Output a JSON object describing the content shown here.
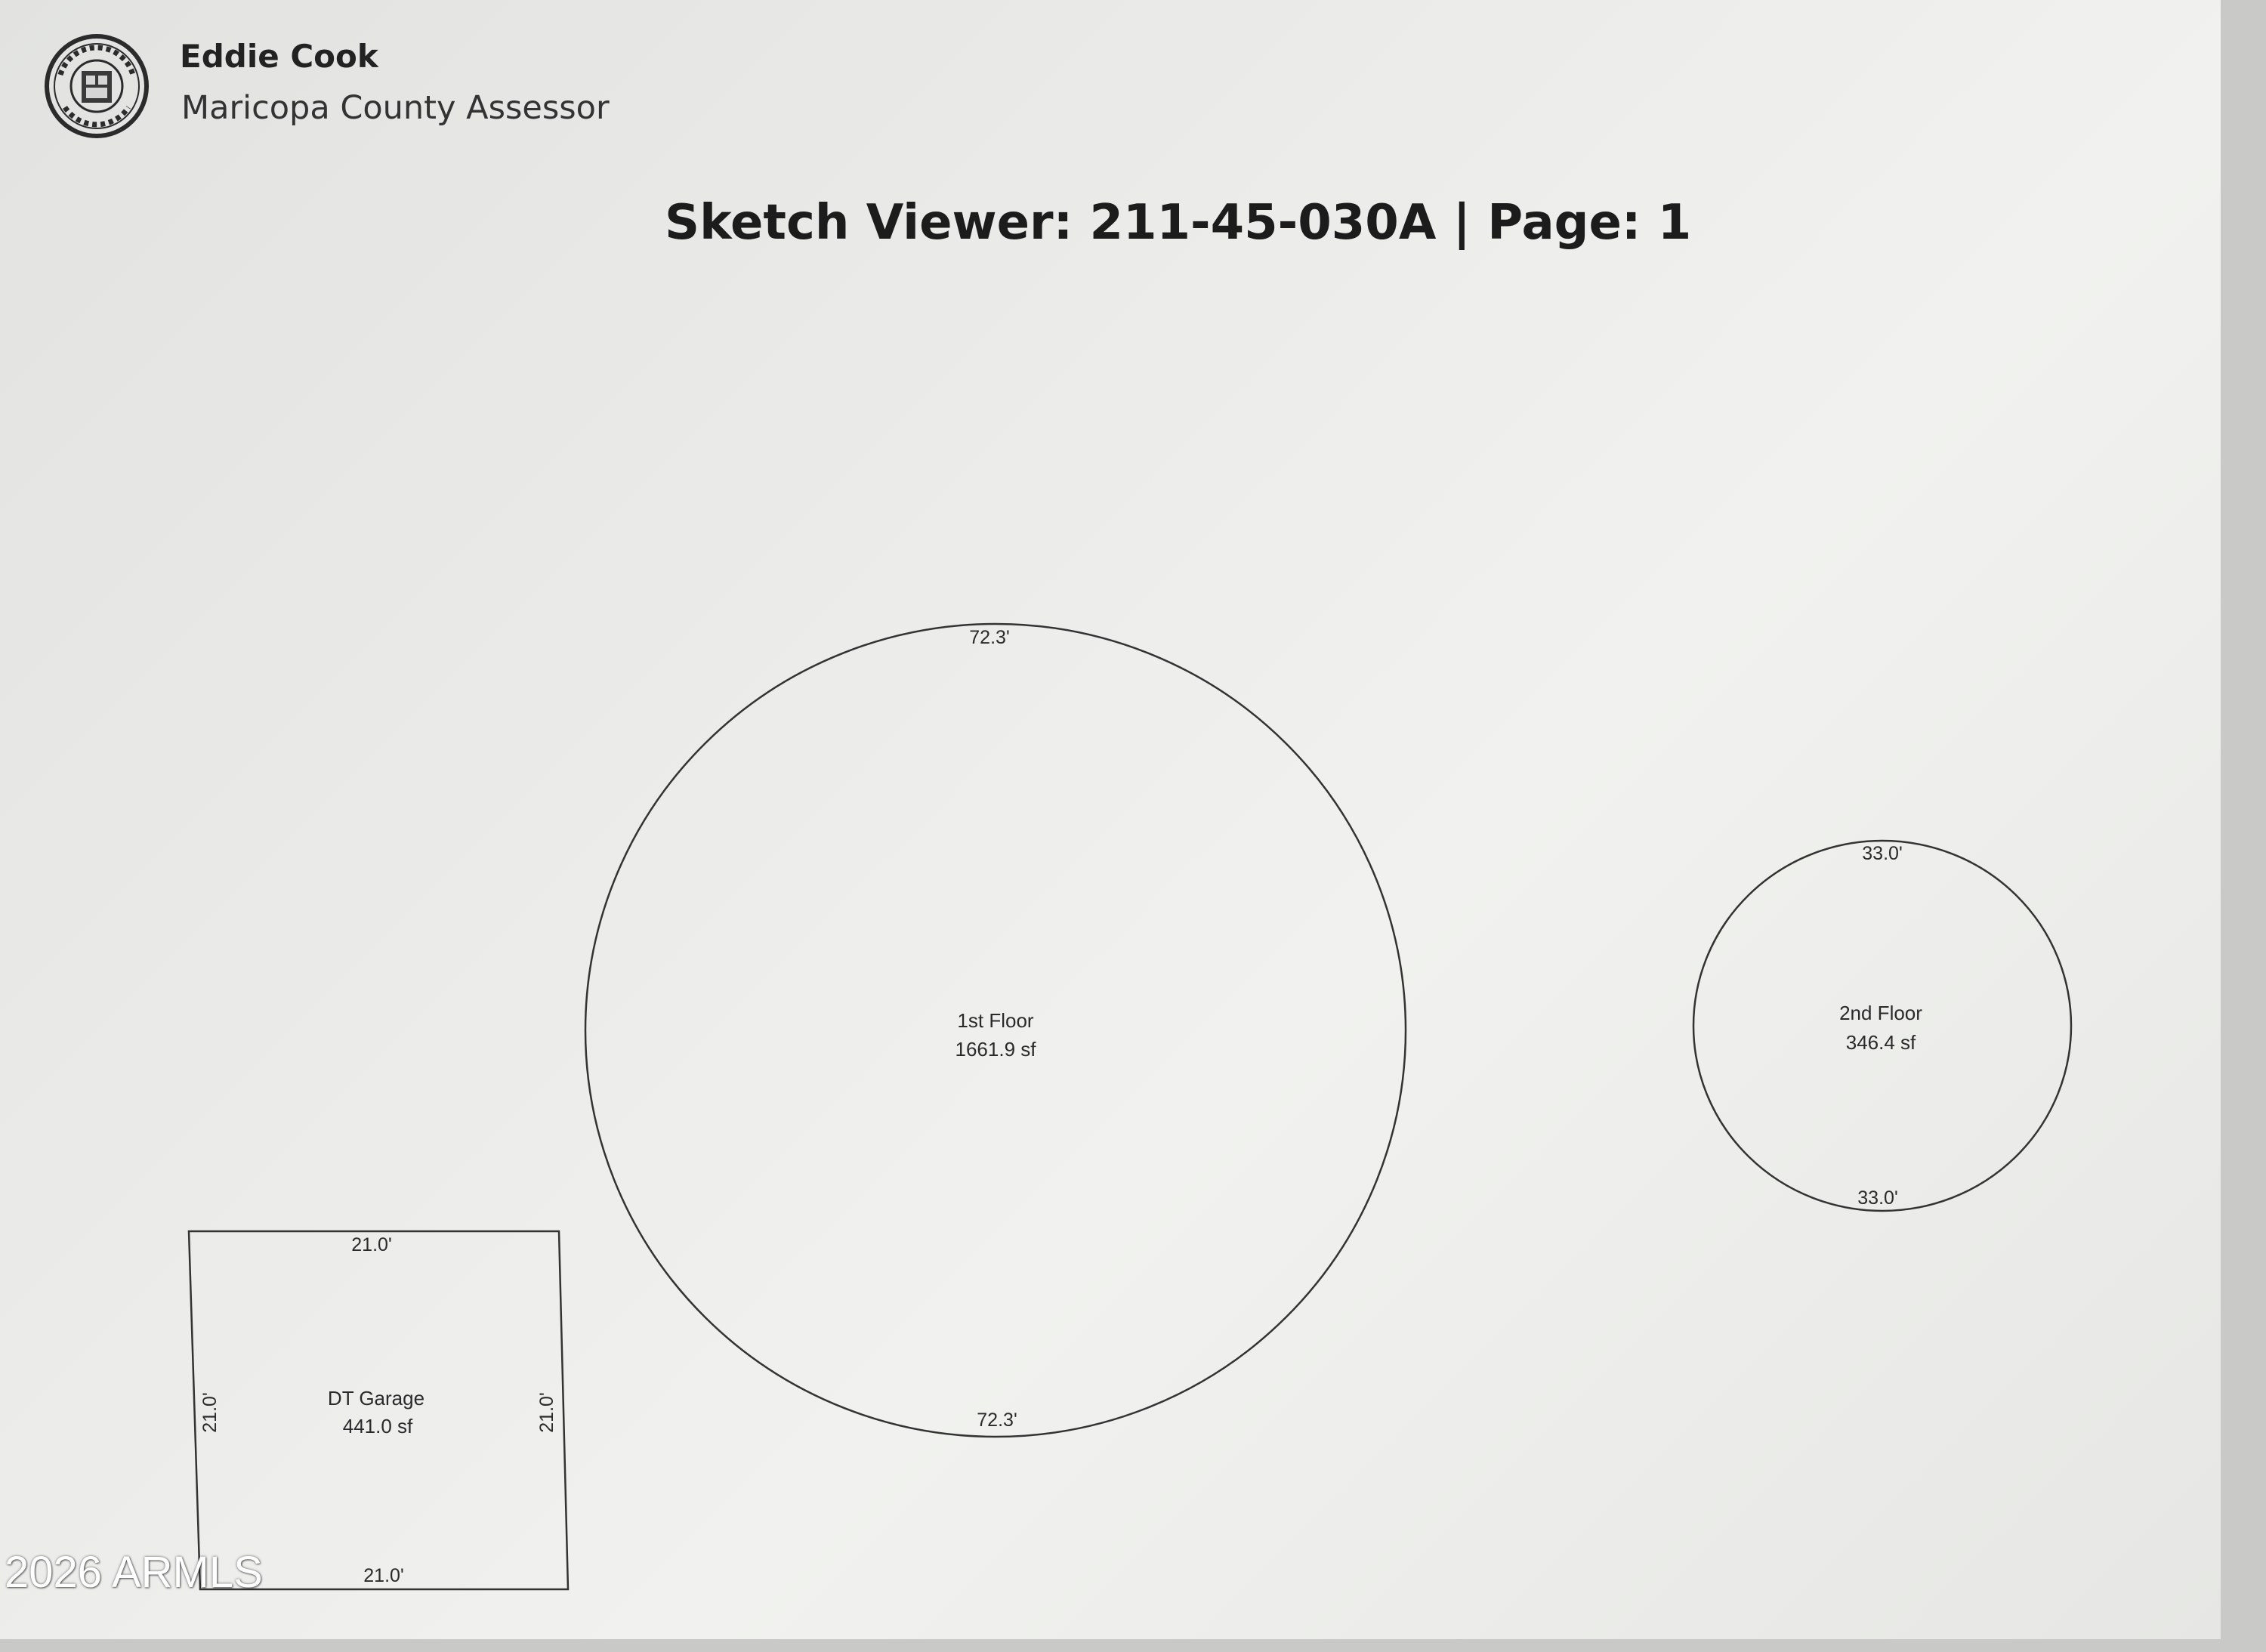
{
  "header": {
    "seal_text": "MARICOPA COUNTY",
    "name": "Eddie Cook",
    "title": "Maricopa County Assessor"
  },
  "viewer": {
    "title": "Sketch Viewer: 211-45-030A | Page: 1"
  },
  "sketch": {
    "first_floor": {
      "name": "1st Floor",
      "area": "1661.9 sf",
      "top_dim": "72.3'",
      "bottom_dim": "72.3'"
    },
    "second_floor": {
      "name": "2nd Floor",
      "area": "346.4 sf",
      "top_dim": "33.0'",
      "bottom_dim": "33.0'"
    },
    "garage": {
      "name": "DT Garage",
      "area": "441.0 sf",
      "top_dim": "21.0'",
      "bottom_dim": "21.0'",
      "left_dim": "21.0'",
      "right_dim": "21.0'"
    }
  },
  "watermark": "2026 ARMLS"
}
